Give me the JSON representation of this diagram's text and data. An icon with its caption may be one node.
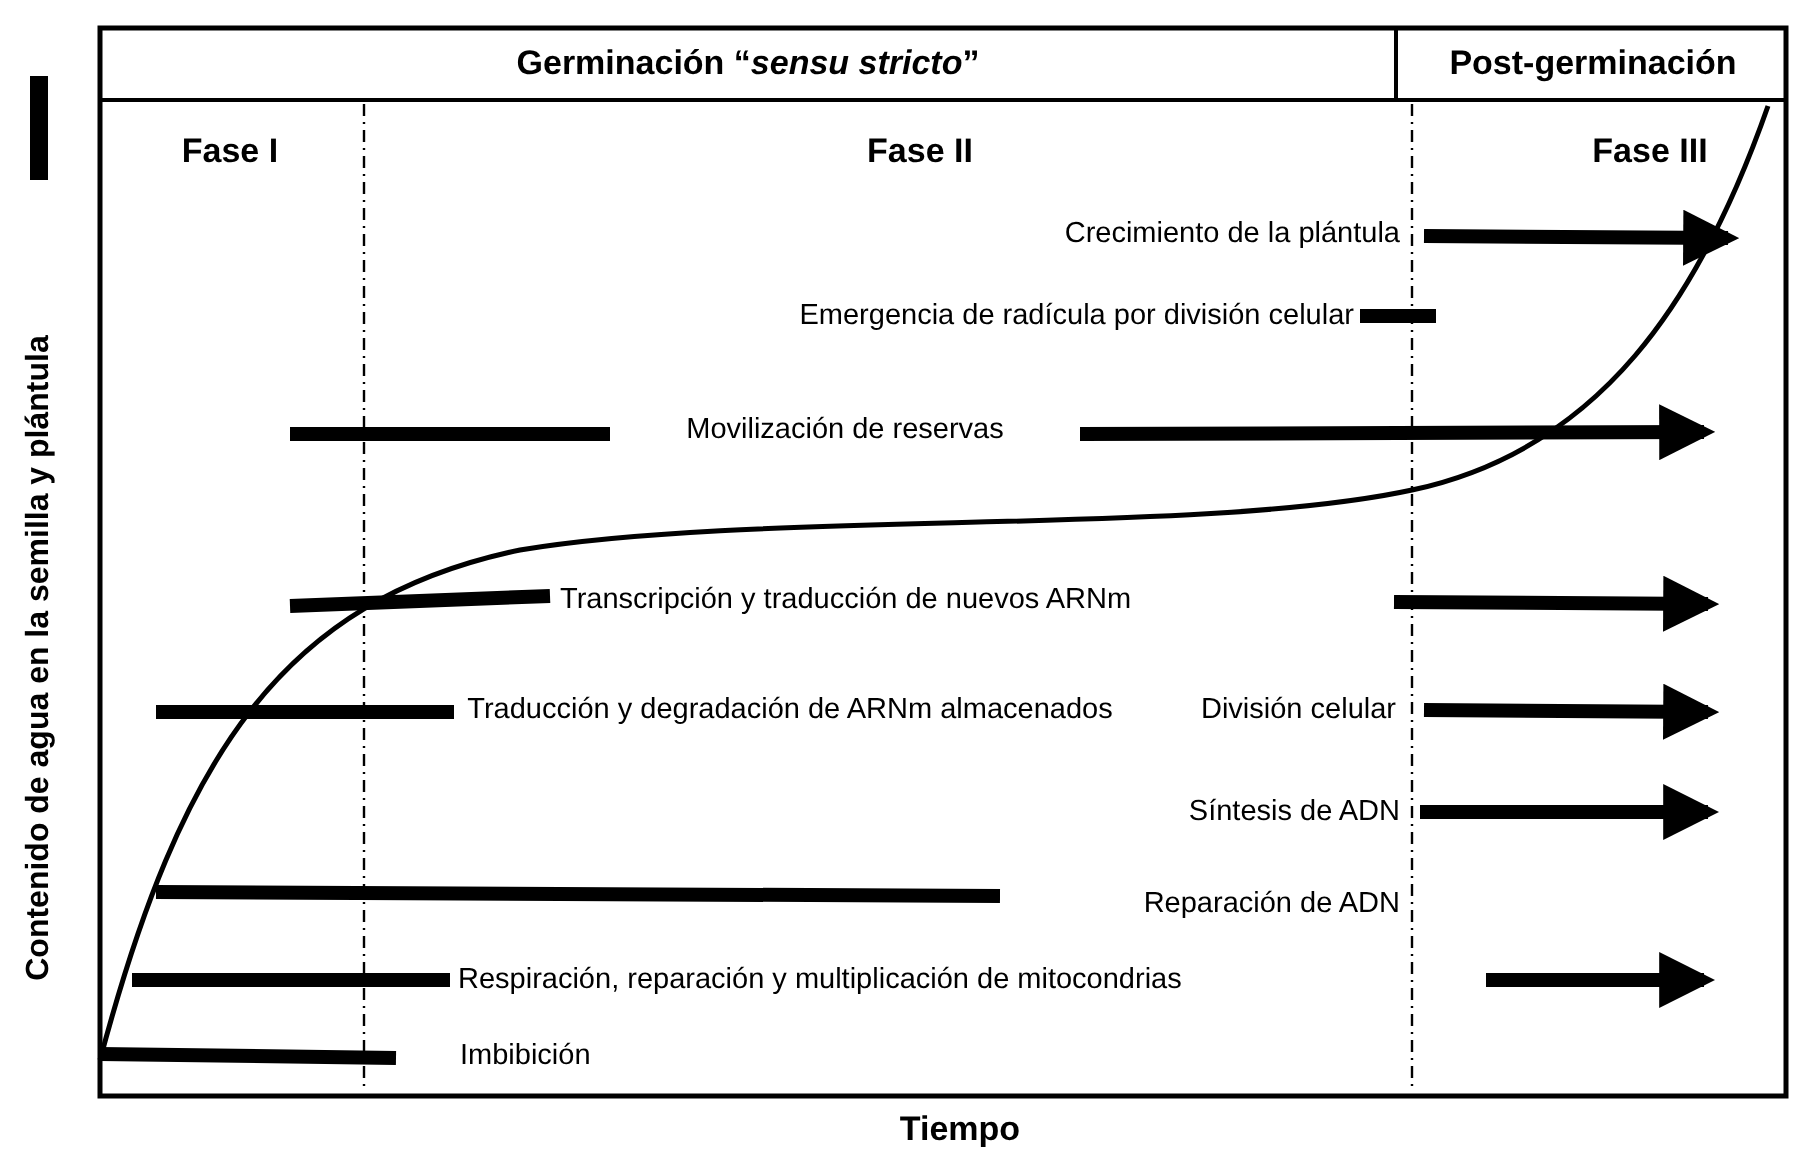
{
  "diagram": {
    "labels": [
      "Germinación “*sensu stricto*”",
      "Post-germinación",
      "Fase I",
      "Fase II",
      "Fase III",
      "Crecimiento de la plántula",
      "Emergencia de radícula por división celular",
      "Movilización de reservas",
      "Transcripción y traducción de nuevos ARNm",
      "Traducción y degradación de ARNm almacenados",
      "División celular",
      "Síntesis de ADN",
      "Reparación de ADN",
      "Respiración, reparación y multiplicación de mitocondrias",
      "Imbibición",
      "Tiempo",
      "Contenido de agua en la semilla y plántula"
    ]
  }
}
